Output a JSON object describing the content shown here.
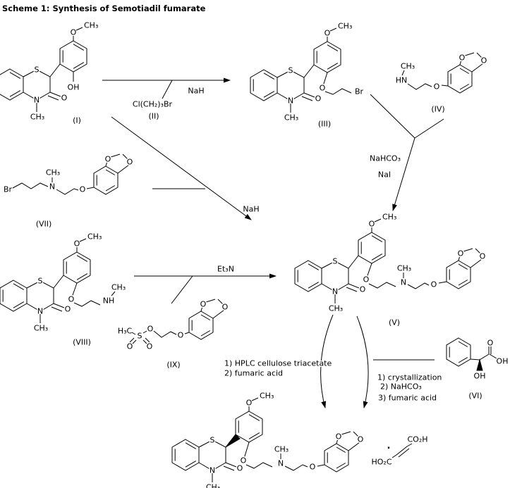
{
  "title": "Scheme 1: Synthesis of Semotiadil fumarate",
  "atoms": {
    "S": "S",
    "N": "N",
    "O": "O",
    "OH": "OH",
    "HN": "HN",
    "NH": "NH",
    "Br": "Br",
    "CH3": "CH₃",
    "H3C": "H₃C",
    "CO2H": "CO₂H",
    "HO2C": "HO₂C",
    "dot": "·"
  },
  "labels": {
    "I": "(I)",
    "II": "(II)",
    "III": "(III)",
    "IV": "(IV)",
    "V": "(V)",
    "VI": "(VI)",
    "VII": "(VII)",
    "VIII": "(VIII)",
    "IX": "(IX)"
  },
  "reagents": {
    "nah": "NaH",
    "alkylating_agent": "Cl(CH₂)₃Br",
    "nahco3": "NaHCO₃",
    "nai": "NaI",
    "et3n": "Et₃N",
    "left_path_1": "1) HPLC cellulose triacetate",
    "left_path_2": "2) fumaric acid",
    "right_path_1": "1) crystallization",
    "right_path_2": "2) NaHCO₃",
    "right_path_3": "3) fumaric acid"
  }
}
